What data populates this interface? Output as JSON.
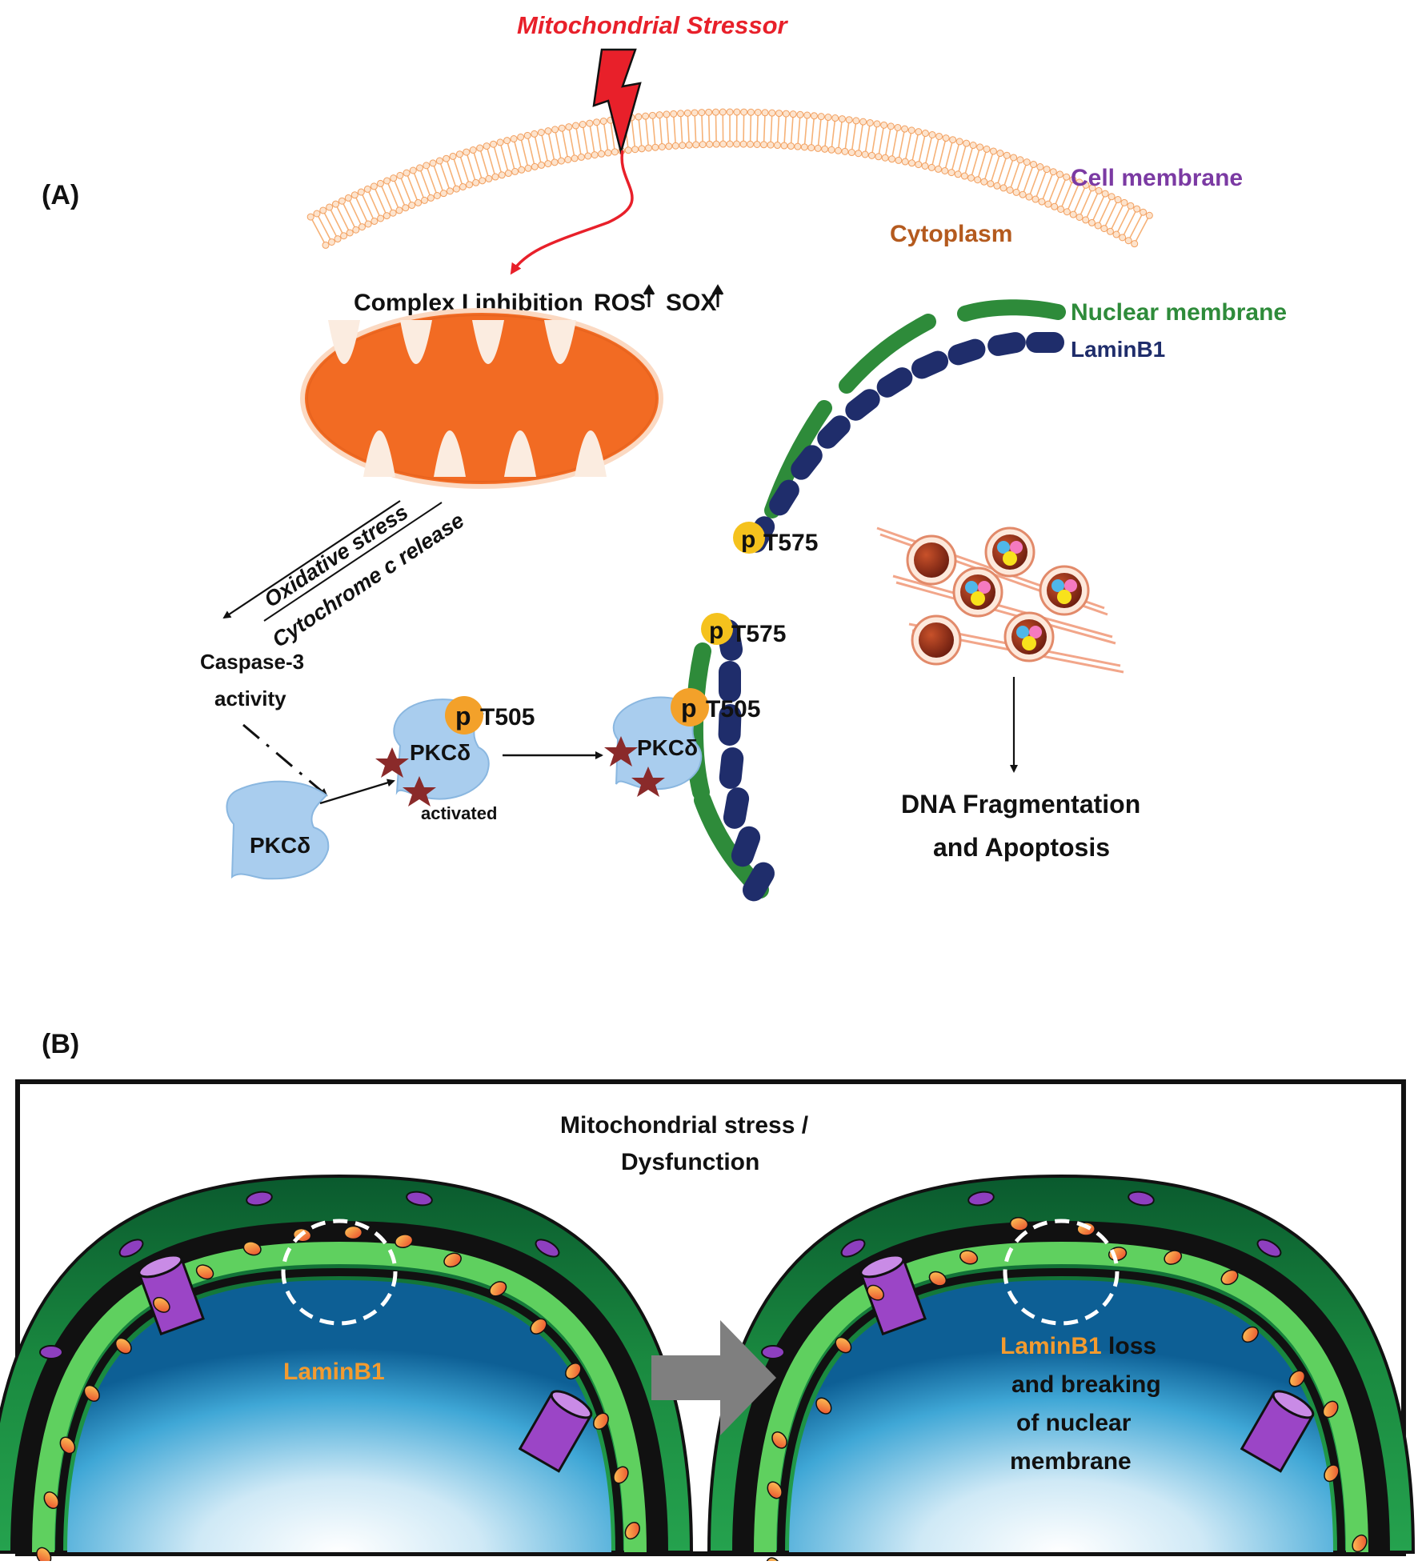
{
  "panel_a": {
    "label": "(A)",
    "stressor": "Mitochondrial Stressor",
    "cell_membrane": "Cell membrane",
    "cytoplasm": "Cytoplasm",
    "complex": "Complex I inhibition",
    "ros": "ROS",
    "sox": "SOX",
    "nuclear_membrane": "Nuclear membrane",
    "laminb1": "LaminB1",
    "oxidative": "Oxidative stress",
    "cytc": "Cytochrome c release",
    "caspase_line1": "Caspase-3",
    "caspase_line2": "activity",
    "pkc": "PKCδ",
    "activated": "activated",
    "p": "p",
    "t505": "T505",
    "t575": "T575",
    "dna_line1": "DNA Fragmentation",
    "dna_line2": "and Apoptosis"
  },
  "panel_b": {
    "label": "(B)",
    "title_line1": "Mitochondrial stress /",
    "title_line2": "Dysfunction",
    "laminb1": "LaminB1",
    "loss_word": "loss",
    "loss_line2": "and breaking",
    "loss_line3": "of nuclear",
    "loss_line4": "membrane"
  },
  "colors": {
    "stressor_red": "#e8202a",
    "cell_membrane_purple": "#7b3aa3",
    "cytoplasm_brown": "#b45a1e",
    "mito_orange": "#f26b23",
    "nuclear_green": "#2e8b3a",
    "lamin_navy": "#1f2d6b",
    "pkc_blue": "#a9cdee",
    "phospho_orange": "#f3a12a",
    "laminb1_orange": "#f39b2f"
  }
}
